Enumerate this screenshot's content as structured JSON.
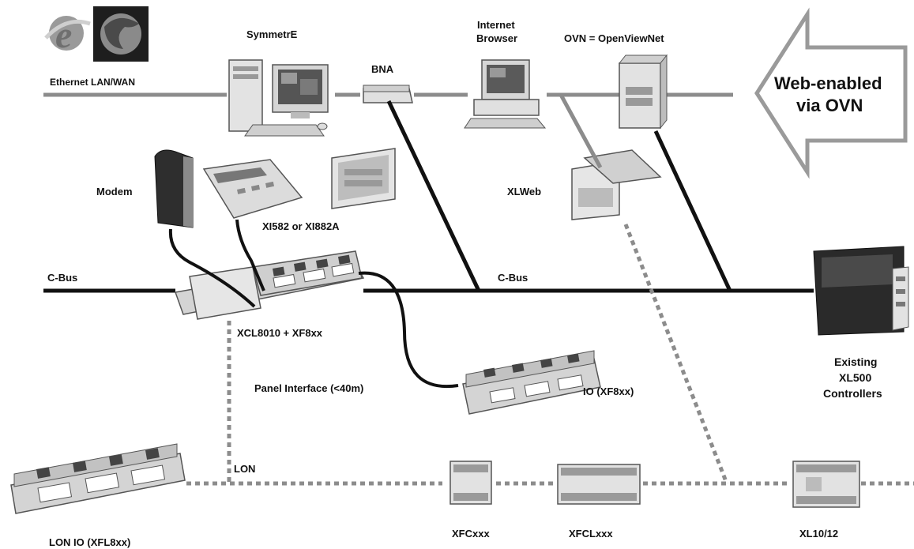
{
  "labels": {
    "symmetre": "SymmetrE",
    "internet_browser_1": "Internet",
    "internet_browser_2": "Browser",
    "ovn": "OVN = OpenViewNet",
    "ethernet": "Ethernet LAN/WAN",
    "bna": "BNA",
    "web_enabled_1": "Web-enabled",
    "web_enabled_2": "via OVN",
    "modem": "Modem",
    "xi582": "XI582  or  XI882A",
    "xlweb": "XLWeb",
    "cbus_left": "C-Bus",
    "cbus_right": "C-Bus",
    "xcl8010": "XCL8010 + XF8xx",
    "panel_interface": "Panel Interface (<40m)",
    "io_xf8xx": "IO (XF8xx)",
    "existing_1": "Existing",
    "existing_2": "XL500",
    "existing_3": "Controllers",
    "lon": "LON",
    "lon_io": "LON IO (XFL8xx)",
    "xfcxxx": "XFCxxx",
    "xfclxxx": "XFCLxxx",
    "xl1012": "XL10/12"
  },
  "colors": {
    "line_gray": "#8c8c8c",
    "line_black": "#111111",
    "arrow_outline": "#9a9a9a",
    "device_light": "#d8d8d8",
    "device_mid": "#a8a8a8",
    "device_dark": "#3a3a3a"
  },
  "icons": [
    "ie-icon",
    "firefox-icon"
  ]
}
